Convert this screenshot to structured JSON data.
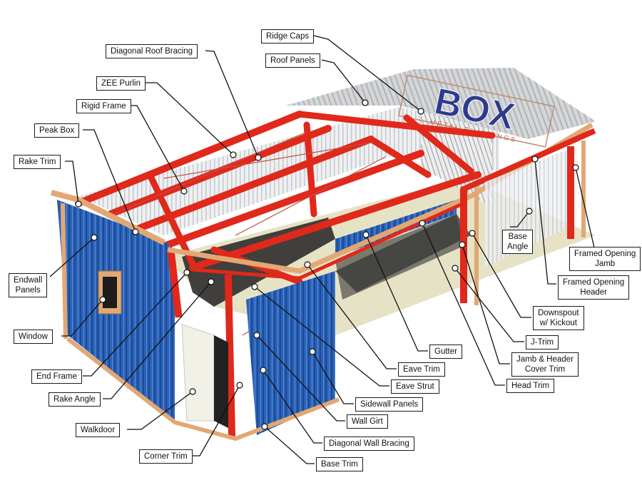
{
  "logo": {
    "text": "BOX",
    "subtext": "METAL BUILDINGS"
  },
  "callouts": [
    {
      "id": "ridge-caps",
      "text": "Ridge Caps"
    },
    {
      "id": "roof-panels",
      "text": "Roof Panels"
    },
    {
      "id": "diagonal-roof-bracing",
      "text": "Diagonal Roof Bracing"
    },
    {
      "id": "zee-purlin",
      "text": "ZEE Purlin"
    },
    {
      "id": "rigid-frame",
      "text": "Rigid Frame"
    },
    {
      "id": "peak-box",
      "text": "Peak Box"
    },
    {
      "id": "rake-trim",
      "text": "Rake Trim"
    },
    {
      "id": "endwall-panels",
      "line1": "Endwall",
      "line2": "Panels"
    },
    {
      "id": "window",
      "text": "Window"
    },
    {
      "id": "end-frame",
      "text": "End Frame"
    },
    {
      "id": "rake-angle",
      "text": "Rake Angle"
    },
    {
      "id": "walkdoor",
      "text": "Walkdoor"
    },
    {
      "id": "corner-trim",
      "text": "Corner Trim"
    },
    {
      "id": "base-trim",
      "text": "Base Trim"
    },
    {
      "id": "diagonal-wall-bracing",
      "text": "Diagonal Wall Bracing"
    },
    {
      "id": "wall-girt",
      "text": "Wall Girt"
    },
    {
      "id": "sidewall-panels",
      "text": "Sidewall Panels"
    },
    {
      "id": "eave-strut",
      "text": "Eave Strut"
    },
    {
      "id": "eave-trim",
      "text": "Eave Trim"
    },
    {
      "id": "gutter",
      "text": "Gutter"
    },
    {
      "id": "head-trim",
      "text": "Head Trim"
    },
    {
      "id": "jamb-header-cover-trim",
      "line1": "Jamb & Header",
      "line2": "Cover Trim"
    },
    {
      "id": "j-trim",
      "text": "J-Trim"
    },
    {
      "id": "downspout",
      "line1": "Downspout",
      "line2": "w/ Kickout"
    },
    {
      "id": "framed-opening-header",
      "line1": "Framed Opening",
      "line2": "Header"
    },
    {
      "id": "framed-opening-jamb",
      "line1": "Framed Opening",
      "line2": "Jamb"
    },
    {
      "id": "base-angle",
      "line1": "Base",
      "line2": "Angle"
    }
  ],
  "colors": {
    "frame_red": "#e0281b",
    "wall_blue": "#2a62b8",
    "trim_tan": "#e2a874",
    "roof_gray": "#d4d6d8",
    "floor": "#e6e2c6",
    "shadow": "#222222",
    "logo_navy": "#2e3b8c"
  }
}
